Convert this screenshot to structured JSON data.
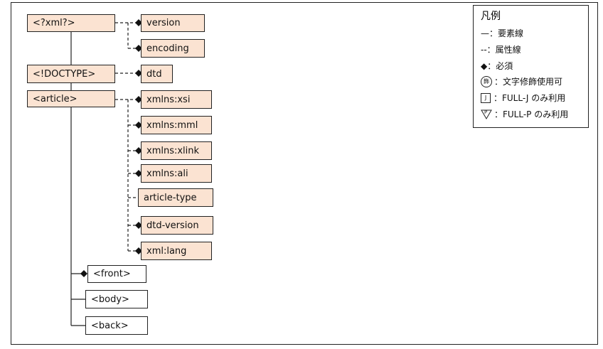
{
  "diagram": {
    "xml_decl": {
      "label": "<?xml?>",
      "attrs": [
        "version",
        "encoding"
      ]
    },
    "doctype": {
      "label": "<!DOCTYPE>",
      "attrs": [
        "dtd"
      ]
    },
    "article": {
      "label": "<article>",
      "attrs": [
        {
          "label": "xmlns:xsi",
          "required": true
        },
        {
          "label": "xmlns:mml",
          "required": true
        },
        {
          "label": "xmlns:xlink",
          "required": true
        },
        {
          "label": "xmlns:ali",
          "required": true
        },
        {
          "label": "article-type",
          "required": false
        },
        {
          "label": "dtd-version",
          "required": true
        },
        {
          "label": "xml:lang",
          "required": true
        }
      ],
      "children": [
        {
          "label": "<front>",
          "required": true
        },
        {
          "label": "<body>",
          "required": false
        },
        {
          "label": "<back>",
          "required": false
        }
      ]
    }
  },
  "legend": {
    "title": "凡例",
    "element_line": "—：要素線",
    "attribute_line": "--：属性線",
    "required": "◆：必須",
    "char_mod_symbol": "飾",
    "char_mod": "：文字修飾使用可",
    "full_j_symbol": "J",
    "full_j": "：FULL-J のみ利用",
    "full_p_symbol": "P",
    "full_p": "：FULL-P のみ利用"
  },
  "colors": {
    "attr_fill": "#fbe3d2",
    "line": "#222222"
  }
}
